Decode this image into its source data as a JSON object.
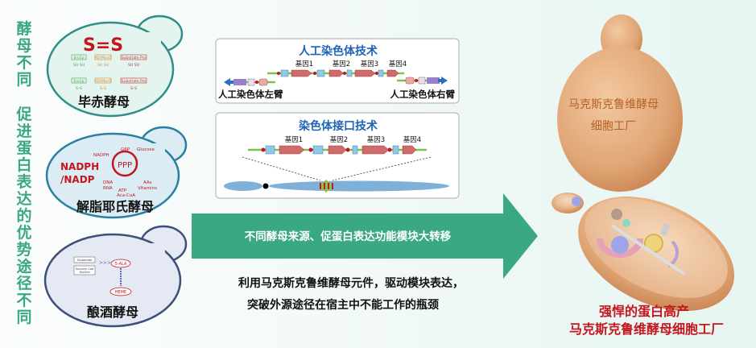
{
  "side_title": [
    "酵",
    "母",
    "不",
    "同",
    "促",
    "进",
    "蛋",
    "白",
    "表",
    "达",
    "的",
    "优",
    "势",
    "途",
    "径",
    "不",
    "同"
  ],
  "yeasts": [
    {
      "name": "毕赤酵母",
      "formula": "S=S",
      "labels": [
        "Ero1p",
        "PDI/Mpd1",
        "Substrate Pro",
        "SH SH",
        "S–S"
      ]
    },
    {
      "name": "解脂耶氏酵母",
      "cofactor": "NADPH",
      "cofactor2": "/NADP",
      "pathway": "PPP",
      "labels": {
        "g6p": "G6P",
        "glucose": "Glucose",
        "nadph": "NADPH",
        "dna": "DNA",
        "rna": "RNA",
        "atp": "ATP",
        "acacoa": "Aca-CoA",
        "aas": "AAs",
        "vitamins": "Vitamins"
      }
    },
    {
      "name": "酿酒酵母",
      "labels": {
        "glutamate": "Glutamate",
        "succinyl": "Succinyl CoA",
        "glycine": "Glycine",
        "ala": "5-ALA",
        "heme": "HEME"
      }
    }
  ],
  "box1": {
    "title": "人工染色体技术",
    "genes": [
      "基因1",
      "基因2",
      "基因3",
      "基因4"
    ],
    "left_arm": "人工染色体左臂",
    "right_arm": "人工染色体右臂"
  },
  "box2": {
    "title": "染色体接口技术",
    "genes": [
      "基因1",
      "基因2",
      "基因3",
      "基因4"
    ]
  },
  "arrow_text": "不同酵母来源、促蛋白表达功能模块大转移",
  "desc": [
    "利用马克斯克鲁维酵母元件，驱动模块表达，",
    "突破外源途径在宿主中不能工作的瓶颈"
  ],
  "factory": {
    "cell_text": [
      "马克斯克鲁维酵母",
      "细胞工厂"
    ],
    "caption": [
      "强悍的蛋白高产",
      "马克斯克鲁维酵母细胞工厂"
    ]
  },
  "colors": {
    "green": "#3aa882",
    "red": "#c4161c",
    "blue": "#1f63b5",
    "tan": "#e2a977"
  }
}
